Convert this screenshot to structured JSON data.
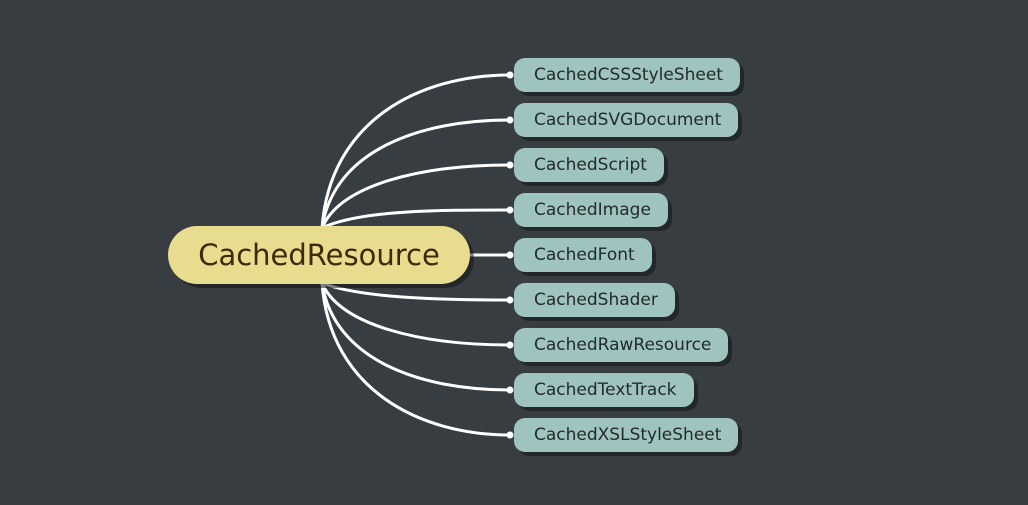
{
  "mindmap": {
    "root": {
      "label": "CachedResource"
    },
    "children": [
      {
        "label": "CachedCSSStyleSheet"
      },
      {
        "label": "CachedSVGDocument"
      },
      {
        "label": "CachedScript"
      },
      {
        "label": "CachedImage"
      },
      {
        "label": "CachedFont"
      },
      {
        "label": "CachedShader"
      },
      {
        "label": "CachedRawResource"
      },
      {
        "label": "CachedTextTrack"
      },
      {
        "label": "CachedXSLStyleSheet"
      }
    ]
  },
  "colors": {
    "background": "#373d40",
    "root_fill": "#e8dc8e",
    "root_text": "#3d2a08",
    "child_fill": "#9fc4bf",
    "child_text": "#222a2c",
    "connector": "#ffffff"
  }
}
